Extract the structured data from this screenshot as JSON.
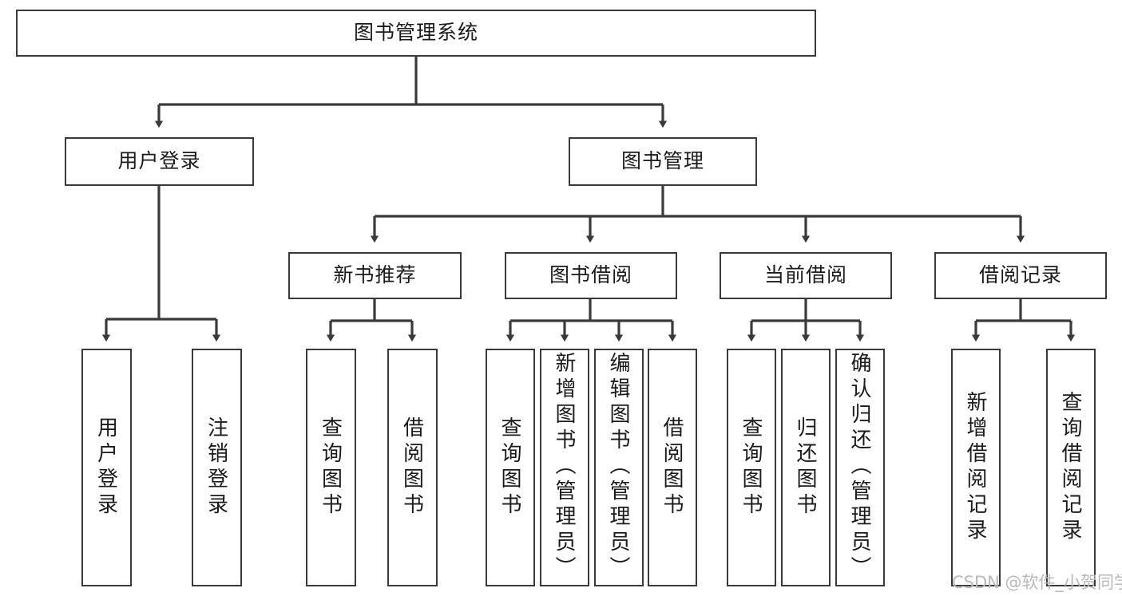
{
  "diagram": {
    "type": "hierarchy-tree",
    "title": "图书管理系统",
    "root": {
      "id": "root",
      "label": "图书管理系统"
    },
    "level2": [
      {
        "id": "user-login",
        "label": "用户登录"
      },
      {
        "id": "book-manage",
        "label": "图书管理"
      }
    ],
    "level3": [
      {
        "id": "new-book-rec",
        "label": "新书推荐"
      },
      {
        "id": "book-borrow",
        "label": "图书借阅"
      },
      {
        "id": "current-borrow",
        "label": "当前借阅"
      },
      {
        "id": "borrow-record",
        "label": "借阅记录"
      }
    ],
    "leaves": {
      "user_login": [
        {
          "id": "leaf-user-login",
          "label": "用户登录"
        },
        {
          "id": "leaf-logout",
          "label": "注销登录"
        }
      ],
      "new_book_rec": [
        {
          "id": "leaf-query-book-1",
          "label": "查询图书"
        },
        {
          "id": "leaf-borrow-book-1",
          "label": "借阅图书"
        }
      ],
      "book_borrow": [
        {
          "id": "leaf-query-book-2",
          "label": "查询图书"
        },
        {
          "id": "leaf-add-book",
          "label": "新增图书（管理员）"
        },
        {
          "id": "leaf-edit-book",
          "label": "编辑图书（管理员）"
        },
        {
          "id": "leaf-borrow-book-2",
          "label": "借阅图书"
        }
      ],
      "current_borrow": [
        {
          "id": "leaf-query-book-3",
          "label": "查询图书"
        },
        {
          "id": "leaf-return-book",
          "label": "归还图书"
        },
        {
          "id": "leaf-confirm-return",
          "label": "确认归还（管理员）"
        }
      ],
      "borrow_record": [
        {
          "id": "leaf-add-record",
          "label": "新增借阅记录"
        },
        {
          "id": "leaf-query-record",
          "label": "查询借阅记录"
        }
      ]
    }
  },
  "watermark": {
    "text": "CSDN @软件_小贺同学"
  },
  "colors": {
    "stroke": "#3a3a3a",
    "text": "#1b1b1b",
    "background": "#ffffff",
    "watermark": "#b9b9b9"
  }
}
